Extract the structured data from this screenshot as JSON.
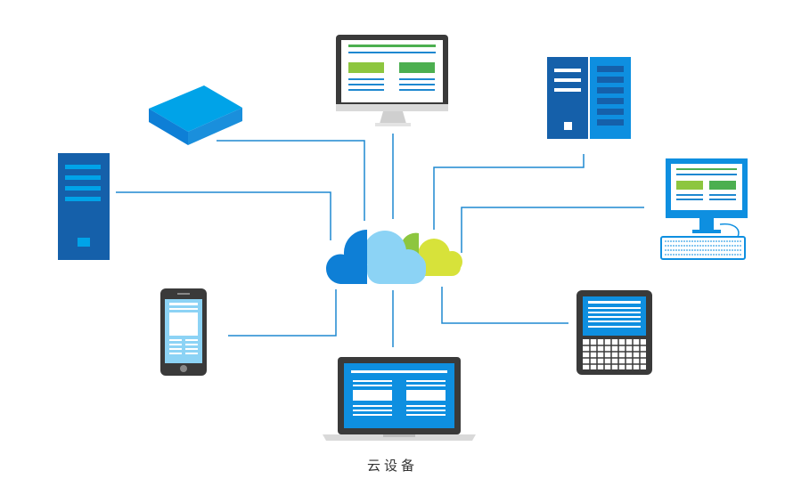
{
  "caption": "云设备",
  "colors": {
    "connector": "#1e88d0",
    "blue_primary": "#0e7fd6",
    "blue_light": "#8cd3f5",
    "blue_dark": "#1560aa",
    "cyan": "#00a3e8",
    "green_light": "#8dc63f",
    "green": "#4caf50",
    "yellow_green": "#d7e23a",
    "gray": "#3a3a3a",
    "light_gray": "#d9d9d9"
  },
  "nodes": [
    {
      "id": "cloud",
      "icon": "cloud-icon"
    },
    {
      "id": "router",
      "icon": "router-icon"
    },
    {
      "id": "desktop-monitor-top",
      "icon": "desktop-monitor-icon"
    },
    {
      "id": "server-rack-top-right",
      "icon": "server-rack-icon"
    },
    {
      "id": "tower-server-left",
      "icon": "tower-server-icon"
    },
    {
      "id": "desktop-with-keyboard",
      "icon": "desktop-keyboard-icon"
    },
    {
      "id": "smartphone",
      "icon": "smartphone-icon"
    },
    {
      "id": "qwerty-phone",
      "icon": "qwerty-phone-icon"
    },
    {
      "id": "laptop",
      "icon": "laptop-icon"
    }
  ]
}
